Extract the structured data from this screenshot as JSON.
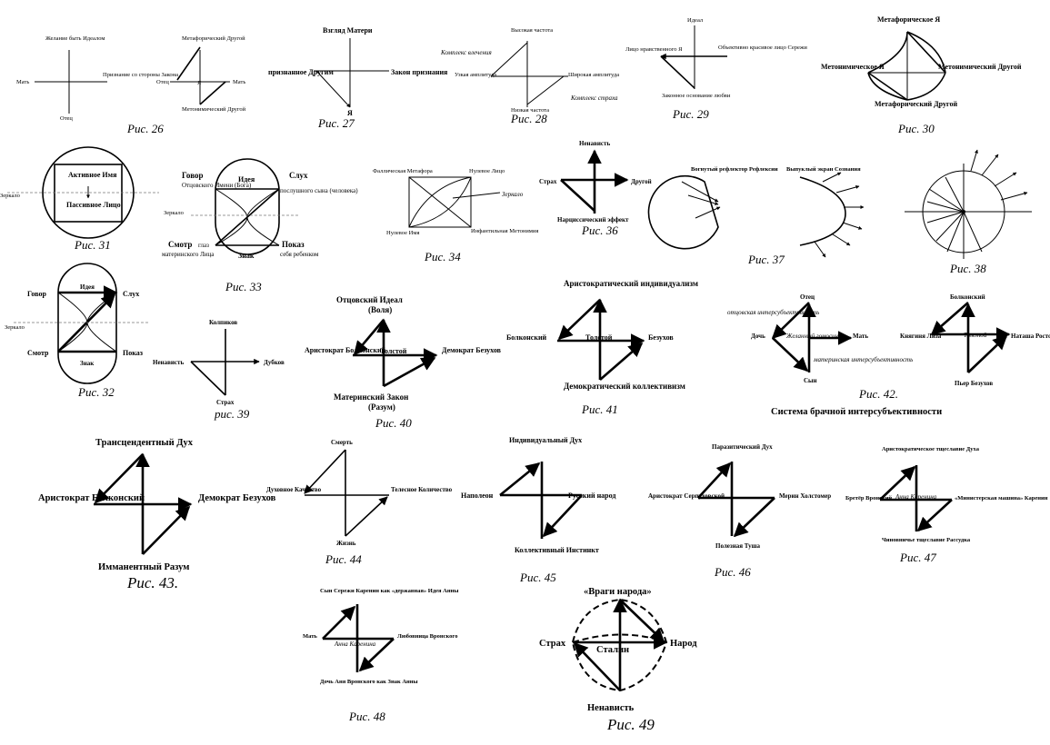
{
  "figures": {
    "f26": {
      "caption": "Рис. 26",
      "top": "Желание быть Идеалом",
      "left": "Мать",
      "right": "Признание со стороны Закона",
      "bottom": "Отец"
    },
    "f26b": {
      "top": "Метафорический Другой",
      "left": "Отец",
      "center": "Я",
      "right": "Мать",
      "bottom": "Метонимический Другой"
    },
    "f27": {
      "caption": "Рис. 27",
      "top": "Взгляд Матери",
      "left": "признанное Другим",
      "right": "Закон признания",
      "bottom": "Я"
    },
    "f28": {
      "caption": "Рис. 28",
      "top": "Высокая частота",
      "left": "Узкая амплитуда",
      "right": "Широкая амплитуда",
      "bottom": "Низкая частота",
      "note_top": "Комплекс влечения",
      "note_bottom": "Комплекс страха"
    },
    "f29": {
      "caption": "Рис. 29",
      "top": "Идеал",
      "left": "Лицо нравственного Я",
      "right": "Объективно красивое лицо Сережи",
      "bottom": "Законное основание любви"
    },
    "f30": {
      "caption": "Рис. 30",
      "top": "Метафорическое Я",
      "left": "Метонимическое Я",
      "right": "Метонимический Другой",
      "bottom": "Метафорический Другой"
    },
    "f31": {
      "caption": "Рис. 31",
      "top": "Активное Имя",
      "bottom": "Пассивное Лицо",
      "mirror": "Зеркало"
    },
    "f32": {
      "caption": "Рис. 32",
      "top": "Идея",
      "left_top": "Говор",
      "right_top": "Слух",
      "left_bottom": "Смотр",
      "right_bottom": "Показ",
      "bottom": "Знак",
      "mirror": "Зеркало"
    },
    "f33": {
      "caption": "Рис. 33",
      "top": "Идея",
      "left_top": "Говор",
      "left_top_sub": "Отцовского Имени (Бога)",
      "right_top": "Слух",
      "right_top_sub": "послушного сына (человека)",
      "left_bottom": "Смотр",
      "left_bottom_sub": "глаз",
      "left_bottom_sub2": "материнского Лица",
      "right_bottom": "Показ",
      "right_bottom_sub": "себя ребенком",
      "bottom": "Знак",
      "mirror": "Зеркало"
    },
    "f34": {
      "caption": "Рис. 34",
      "tl": "Фаллическая Метафора",
      "tr": "Нулевое Лицо",
      "bl": "Нулевое Имя",
      "br": "Инфантильная Метонимия",
      "mirror": "Зеркало"
    },
    "f36": {
      "caption": "Рис. 36",
      "top": "Ненависть",
      "left": "Страх",
      "right": "Другой",
      "bottom": "Нарциссический эффект"
    },
    "f37": {
      "caption": "Рис. 37",
      "label1": "Вогнутый рефлектор Рефлексии",
      "label2": "Выпуклый экран Сознания"
    },
    "f38": {
      "caption": "Рис. 38"
    },
    "f39": {
      "caption": "рис. 39",
      "top": "Колпиков",
      "left": "Ненависть",
      "right": "Дубков",
      "bottom": "Страх"
    },
    "f40": {
      "caption": "Рис. 40",
      "top": "Отцовский Идеал",
      "top2": "(Воля)",
      "left": "Аристократ Болконский",
      "center": "Толстой",
      "right": "Демократ Безухов",
      "bottom": "Материнский Закон",
      "bottom2": "(Разум)"
    },
    "f41": {
      "caption": "Рис. 41",
      "top": "Аристократический индивидуализм",
      "left": "Болконский",
      "center": "Толстой",
      "right": "Безухов",
      "bottom": "Демократический коллективизм"
    },
    "f42": {
      "caption": "Рис. 42.",
      "title": "Система брачной интерсубъективности",
      "top": "Отец",
      "left": "Дочь",
      "right": "Мать",
      "bottom": "Сын",
      "n1": "отцовская интерсубъективность",
      "n2": "Желанный гомосинс",
      "n3": "материнская интерсубъективность",
      "top2": "Болконский",
      "left2": "Княгиня Лиза",
      "center2": "Толстой",
      "right2": "Наташа Ростова",
      "bottom2": "Пьер Безухов"
    },
    "f43": {
      "caption": "Рис. 43.",
      "top": "Трансцендентный Дух",
      "left": "Аристократ Болконский",
      "right": "Демократ Безухов",
      "bottom": "Имманентный Разум"
    },
    "f44": {
      "caption": "Рис. 44",
      "top": "Смерть",
      "left": "Духовное Качество",
      "right": "Телесное Количество",
      "bottom": "Жизнь"
    },
    "f45": {
      "caption": "Рис. 45",
      "top": "Индивидуальный Дух",
      "left": "Наполеон",
      "right": "Русский народ",
      "bottom": "Коллективный Инстинкт"
    },
    "f46": {
      "caption": "Рис. 46",
      "top": "Паразитический Дух",
      "left": "Аристократ Серпуховской",
      "right": "Мерин Холстомер",
      "bottom": "Полезная Туша"
    },
    "f47": {
      "caption": "Рис. 47",
      "top": "Аристократическое тщеславие Духа",
      "left": "Бретёр Вронский",
      "center": "Анна Каренина",
      "right": "«Министерская машина» Каренин",
      "bottom": "Чиновничье тщеславие Рассудка"
    },
    "f48": {
      "caption": "Рис. 48",
      "top": "Сын Сережи Каренин как «державная» Идея Анны",
      "left": "Мать",
      "center": "Анна Каренина",
      "right": "Любовница Вронского",
      "bottom": "Дочь Аня Вронского как Знак Анны"
    },
    "f49": {
      "caption": "Рис. 49",
      "top": "«Враги народа»",
      "left": "Страх",
      "center": "Сталин",
      "right": "Народ",
      "bottom": "Ненависть"
    }
  }
}
